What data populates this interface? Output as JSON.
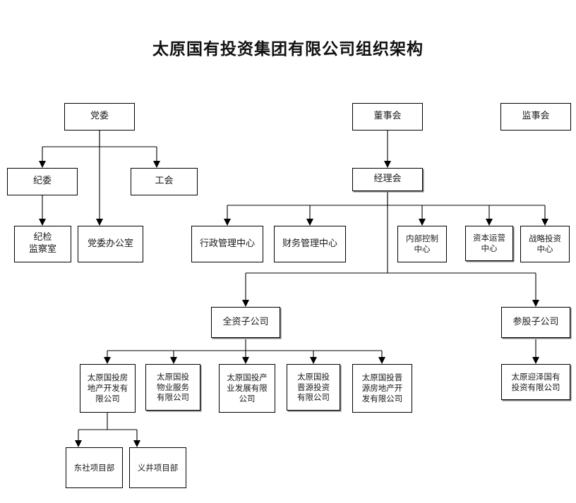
{
  "page": {
    "title": "太原国有投资集团有限公司组织架构",
    "background_color": "#ffffff",
    "line_color": "#000000",
    "box_border_color": "#000000",
    "shadow_color": "#7a7a7a"
  },
  "nodes": {
    "party_committee": "党委",
    "board_of_directors": "董事会",
    "board_of_supervisors": "监事会",
    "discipline_committee": "纪委",
    "labor_union": "工会",
    "manager_meeting": "经理会",
    "discipline_inspection_office": "纪检\n监察室",
    "party_committee_office": "党委办公室",
    "admin_management_center": "行政管理中心",
    "finance_management_center": "财务管理中心",
    "internal_control_center": "内部控制\n中心",
    "capital_operation_center": "资本运营\n中心",
    "strategic_investment_center": "战略投资\n中心",
    "wholly_owned_subsidiaries": "全资子公司",
    "equity_participation_subsidiaries": "参股子公司",
    "real_estate_company": "太原国投房\n地产开发有\n限公司",
    "property_service_company": "太原国投\n物业服务\n有限公司",
    "industry_development_company": "太原国投产\n业发展有限\n公司",
    "jinyuan_investment_company": "太原国投\n晋源投资\n有限公司",
    "jinyuan_real_estate_company": "太原国投晋\n源房地产开\n发有限公司",
    "yingze_investment_company": "太原迎泽国有\n投资有限公司",
    "dongshe_project_dept": "东社项目部",
    "yijing_project_dept": "义井项目部"
  }
}
